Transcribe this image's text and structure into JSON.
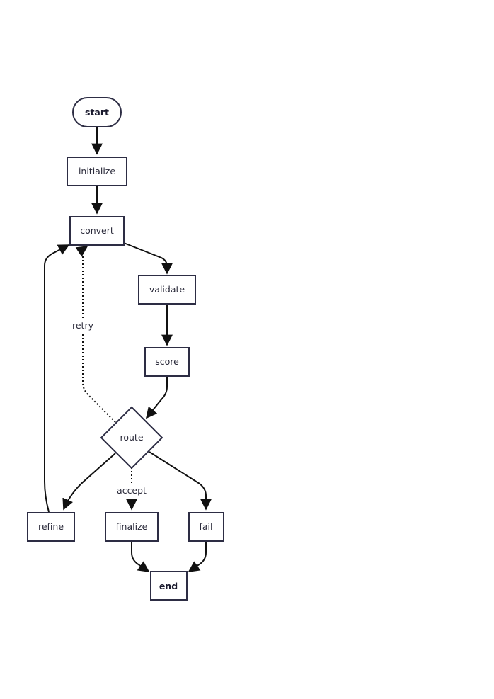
{
  "nodes": {
    "start": "start",
    "initialize": "initialize",
    "convert": "convert",
    "validate": "validate",
    "score": "score",
    "route": "route",
    "refine": "refine",
    "finalize": "finalize",
    "fail": "fail",
    "end": "end"
  },
  "edge_labels": {
    "retry": "retry",
    "accept": "accept"
  }
}
